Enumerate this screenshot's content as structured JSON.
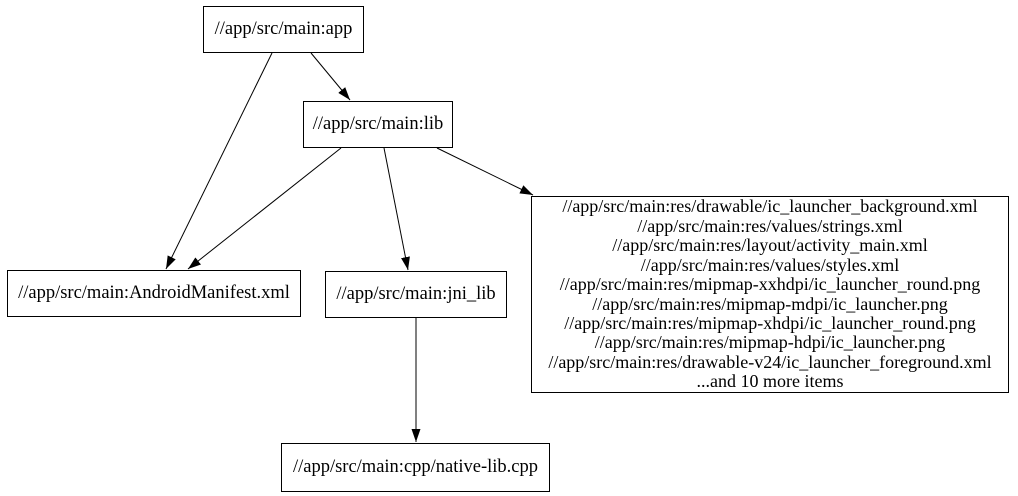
{
  "diagram": {
    "type": "dependency-graph",
    "background_color": "#ffffff",
    "node_fill_color": "#ffffff",
    "node_border_color": "#000000",
    "edge_color": "#000000",
    "text_color": "#000000",
    "nodes": {
      "app": {
        "label": "//app/src/main:app"
      },
      "lib": {
        "label": "//app/src/main:lib"
      },
      "manifest": {
        "label": "//app/src/main:AndroidManifest.xml"
      },
      "jni_lib": {
        "label": "//app/src/main:jni_lib"
      },
      "native_lib": {
        "label": "//app/src/main:cpp/native-lib.cpp"
      },
      "res": {
        "lines": [
          "//app/src/main:res/drawable/ic_launcher_background.xml",
          "//app/src/main:res/values/strings.xml",
          "//app/src/main:res/layout/activity_main.xml",
          "//app/src/main:res/values/styles.xml",
          "//app/src/main:res/mipmap-xxhdpi/ic_launcher_round.png",
          "//app/src/main:res/mipmap-mdpi/ic_launcher.png",
          "//app/src/main:res/mipmap-xhdpi/ic_launcher_round.png",
          "//app/src/main:res/mipmap-hdpi/ic_launcher.png",
          "//app/src/main:res/drawable-v24/ic_launcher_foreground.xml",
          "...and 10 more items"
        ]
      }
    },
    "edges": [
      {
        "from": "app",
        "to": "lib"
      },
      {
        "from": "app",
        "to": "manifest"
      },
      {
        "from": "lib",
        "to": "manifest"
      },
      {
        "from": "lib",
        "to": "jni_lib"
      },
      {
        "from": "lib",
        "to": "res"
      },
      {
        "from": "jni_lib",
        "to": "native_lib"
      }
    ]
  }
}
